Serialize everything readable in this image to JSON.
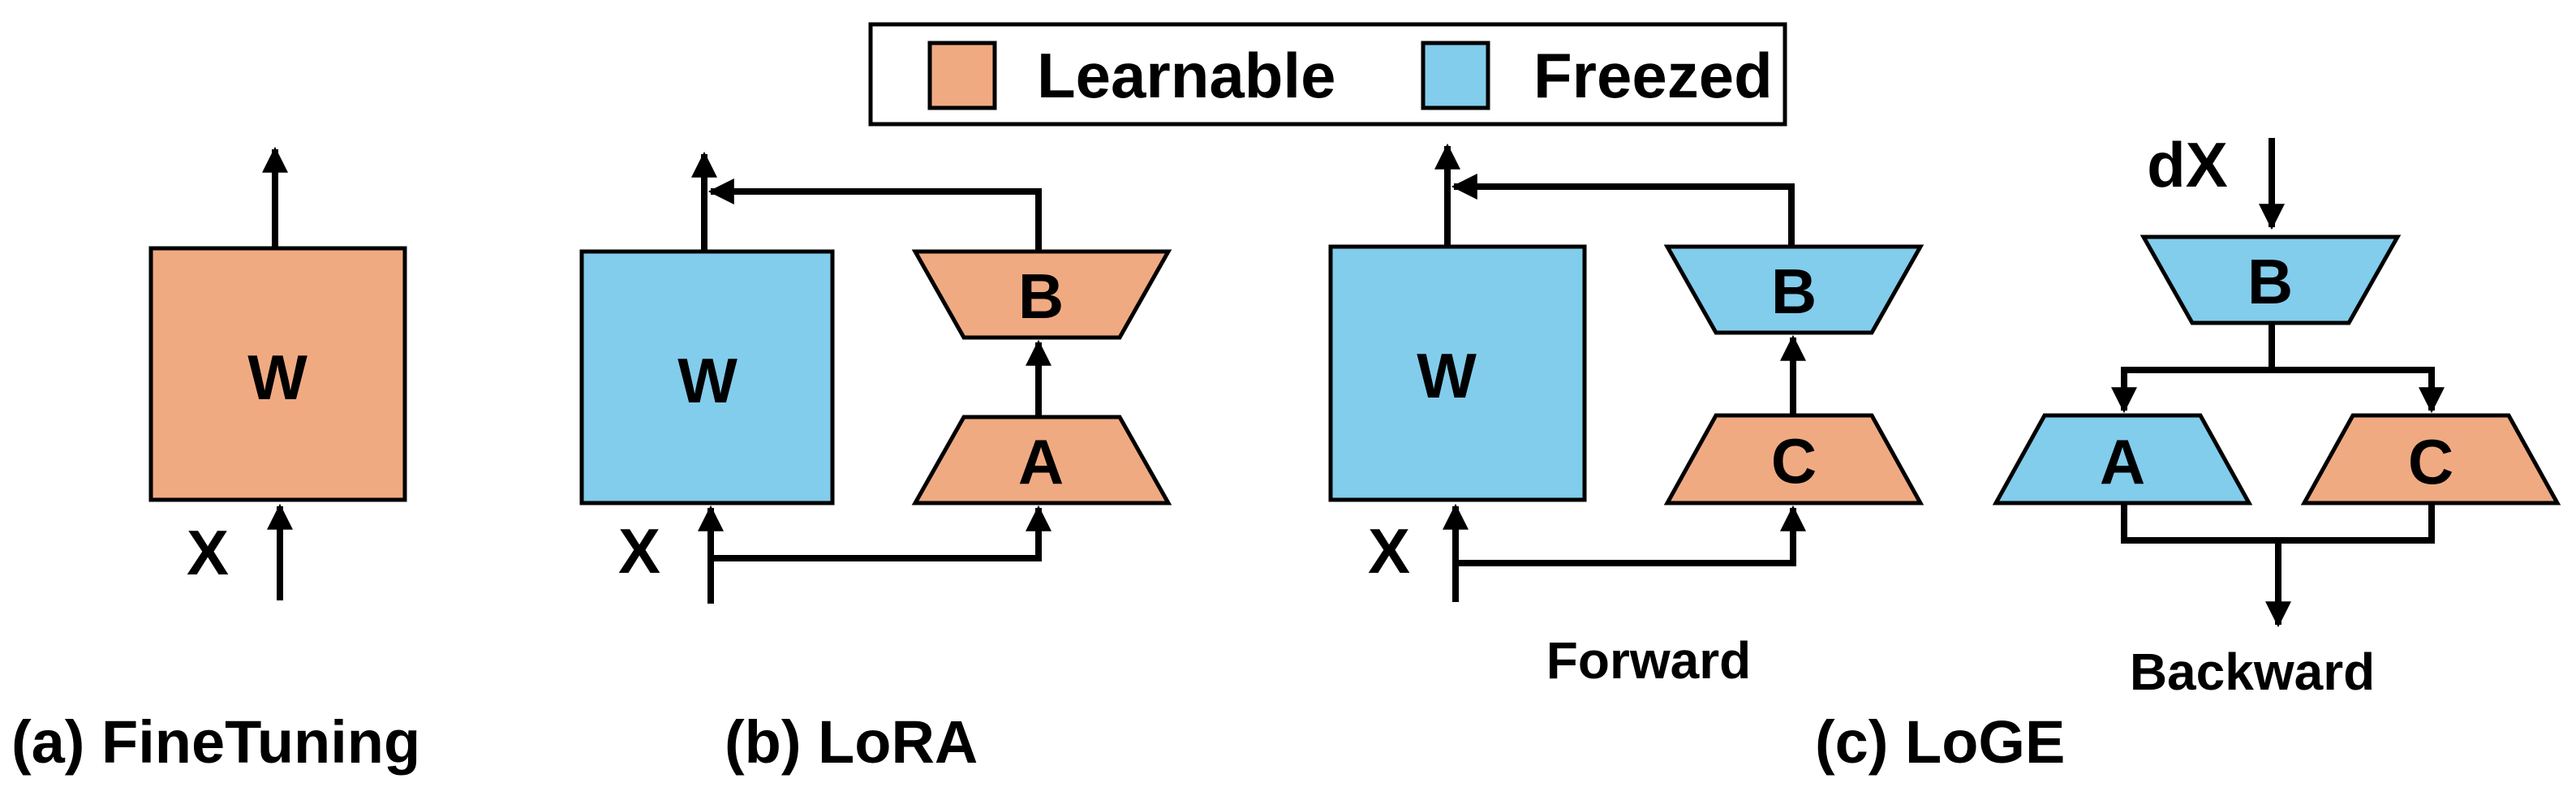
{
  "colors": {
    "learnable": "#F0AA82",
    "freezed": "#82CCEC",
    "stroke": "#000000"
  },
  "legend": {
    "learnable": "Learnable",
    "freezed": "Freezed"
  },
  "finetuning": {
    "w": "W",
    "x": "X",
    "caption": "(a) FineTuning"
  },
  "lora": {
    "w": "W",
    "b": "B",
    "a": "A",
    "x": "X",
    "caption": "(b) LoRA"
  },
  "loge": {
    "forward": {
      "w": "W",
      "b": "B",
      "c": "C",
      "x": "X",
      "label": "Forward"
    },
    "backward": {
      "dx": "dX",
      "b": "B",
      "a": "A",
      "c": "C",
      "label": "Backward"
    },
    "caption": "(c) LoGE"
  }
}
